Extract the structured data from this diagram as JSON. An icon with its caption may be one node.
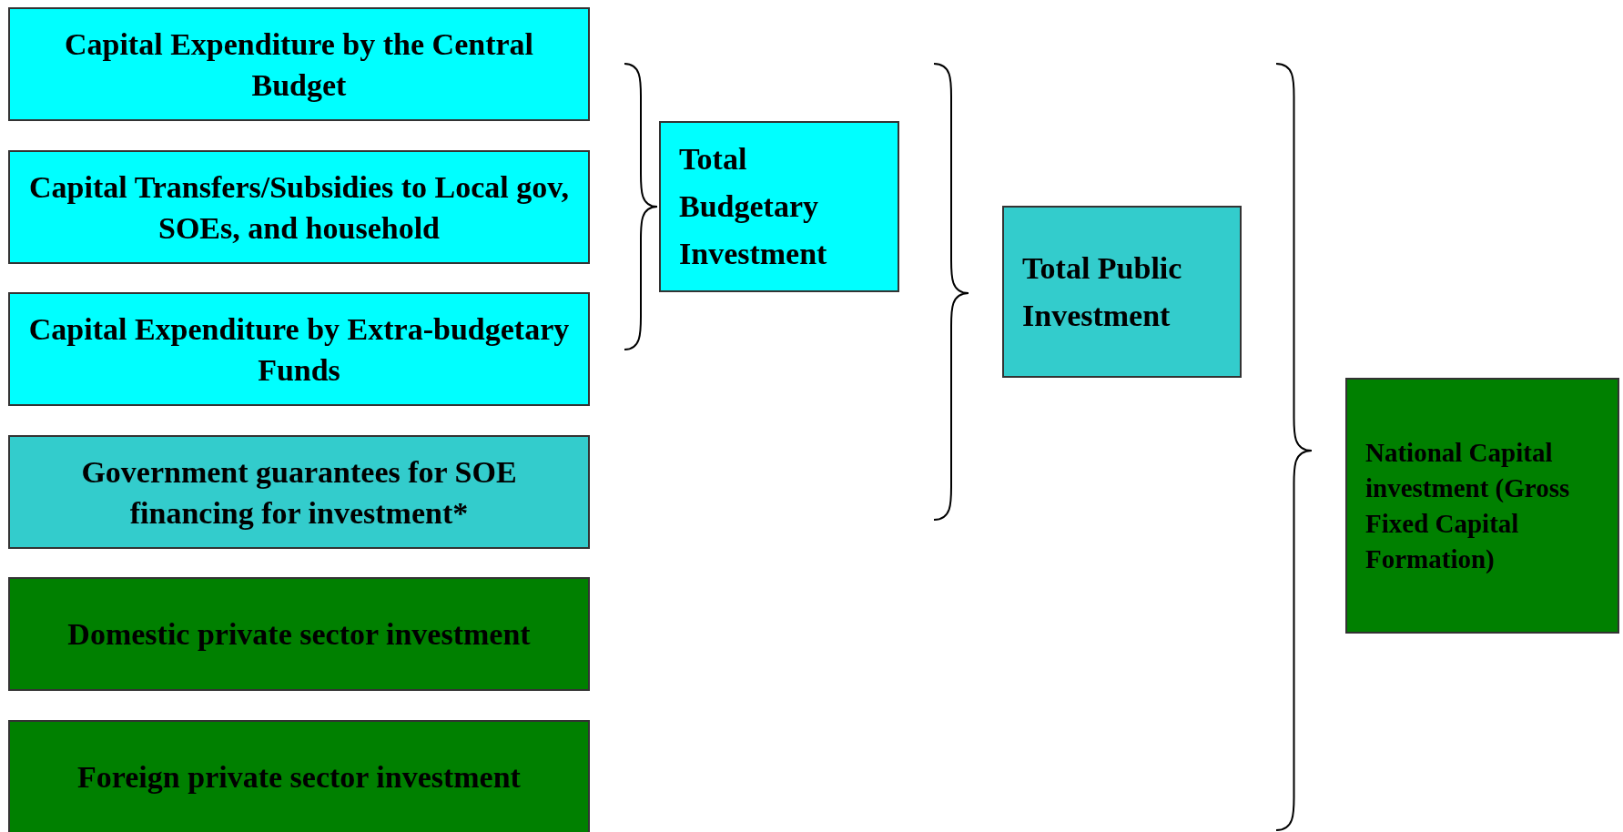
{
  "diagram": {
    "nodes": [
      {
        "text": [
          "Capital Expenditure by the Central Budget"
        ]
      },
      {
        "text": [
          "Capital Transfers/Subsidies to Local gov, SOEs, and household"
        ]
      },
      {
        "text": [
          "Capital Expenditure by Extra-budgetary Funds"
        ]
      },
      {
        "text": [
          "Government guarantees for SOE financing for investment*"
        ]
      },
      {
        "text": [
          "Domestic private sector investment"
        ]
      },
      {
        "text": [
          "Foreign private sector investment"
        ]
      },
      {
        "text": [
          "Total Budgetary Investment"
        ]
      },
      {
        "text": [
          "Total Public Investment"
        ]
      },
      {
        "text": [
          "National Capital investment (Gross Fixed Capital Formation)"
        ]
      }
    ]
  }
}
